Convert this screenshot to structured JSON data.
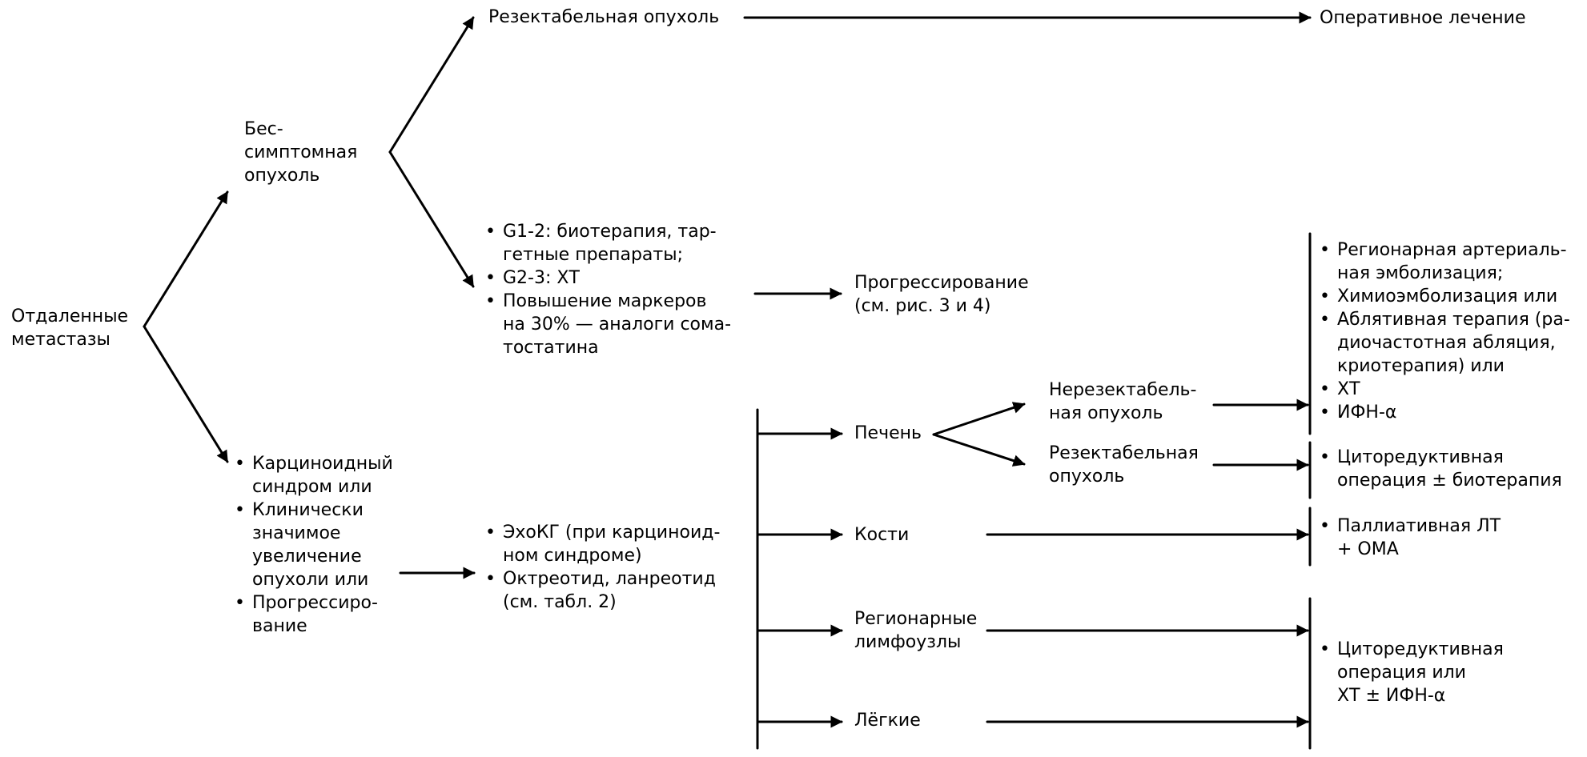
{
  "nodes": {
    "distant_metastases": [
      "Отдаленные",
      "метастазы"
    ],
    "asymptomatic_tumor": [
      "Бес-",
      "симптомная",
      "опухоль"
    ],
    "resectable_tumor_top": [
      "Резектабельная опухоль"
    ],
    "surgical_treatment": [
      "Оперативное лечение"
    ],
    "progression": [
      "Прогрессирование",
      "(см. рис. 3 и 4)"
    ],
    "liver": [
      "Печень"
    ],
    "bones": [
      "Кости"
    ],
    "regional_lymph_nodes": [
      "Регионарные",
      "лимфоузлы"
    ],
    "lungs": [
      "Лёгкие"
    ],
    "unresectable_tumor": [
      "Нерезектабель-",
      "ная опухоль"
    ],
    "resectable_tumor_liver": [
      "Резектабельная",
      "опухоль"
    ]
  },
  "lists": {
    "therapy_options": [
      [
        "G1-2: биотерапия, тар-",
        "гетные препараты;"
      ],
      [
        "G2-3: ХТ"
      ],
      [
        "Повышение маркеров",
        "на 30% — аналоги сома-",
        "тостатина"
      ]
    ],
    "symptomatic_criteria": [
      [
        "Карциноидный",
        "синдром или"
      ],
      [
        "Клинически",
        "значимое",
        "увеличение",
        "опухоли или"
      ],
      [
        "Прогрессиро-",
        "вание"
      ]
    ],
    "echo_octreotide": [
      [
        "ЭхоКГ (при карциноид-",
        "ном синдроме)"
      ],
      [
        "Октреотид, ланреотид",
        "(см. табл. 2)"
      ]
    ],
    "unresectable_treatments": [
      [
        "Регионарная артериаль-",
        "ная эмболизация;"
      ],
      [
        "Химиоэмболизация или"
      ],
      [
        "Аблятивная терапия (ра-",
        "диочастотная абляция,",
        "криотерапия) или"
      ],
      [
        "ХТ"
      ],
      [
        "ИФН-α"
      ]
    ],
    "resectable_treatments": [
      [
        "Циторедуктивная",
        "операция ± биотерапия"
      ]
    ],
    "bone_treatments": [
      [
        "Паллиативная ЛТ",
        "+ ОМА"
      ]
    ],
    "lymph_lung_treatments": [
      [
        "Циторедуктивная",
        "операция или",
        "ХТ ± ИФН-α"
      ]
    ]
  },
  "bullet_symbol": "•",
  "line_color": "#000000"
}
